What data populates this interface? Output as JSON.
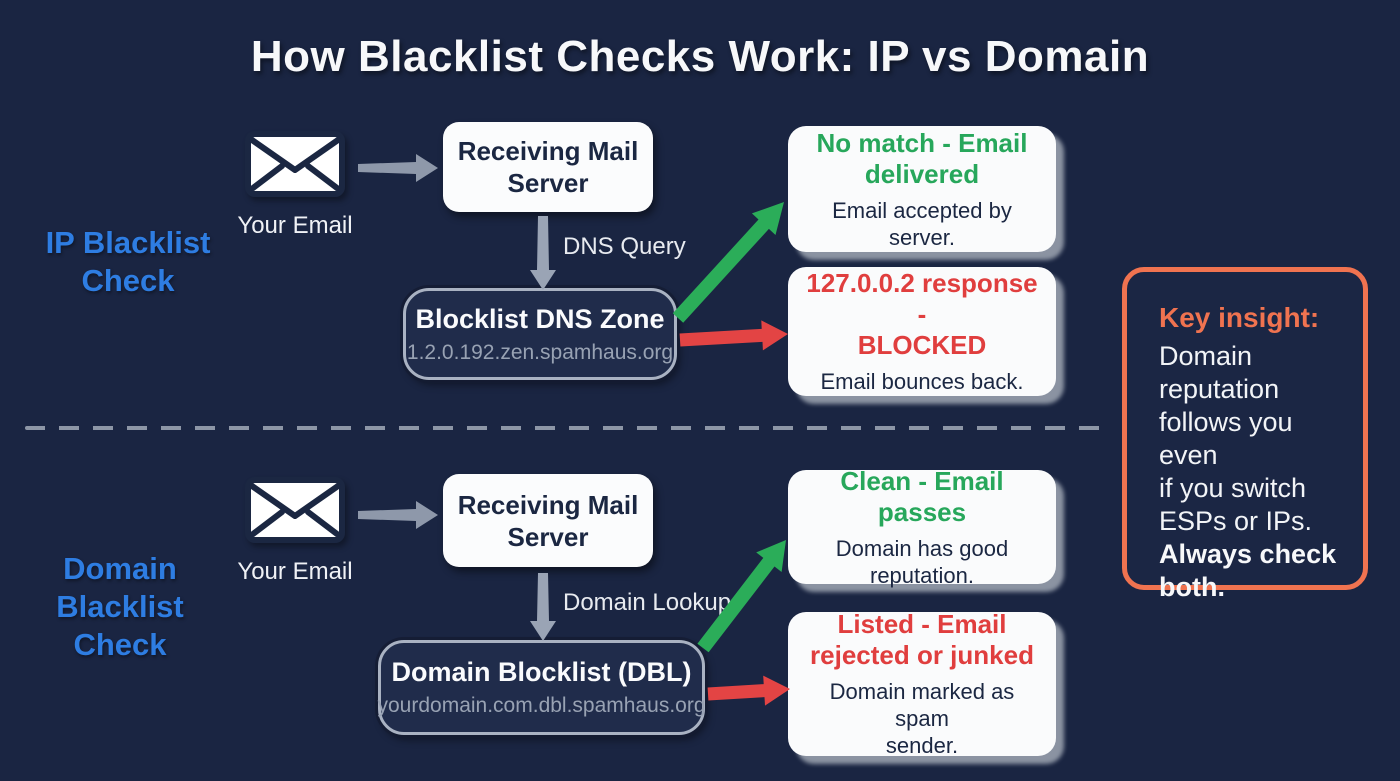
{
  "title": "How Blacklist Checks Work: IP vs Domain",
  "ip_flow": {
    "section_label": "IP Blacklist\nCheck",
    "email_label": "Your Email",
    "server_label": "Receiving Mail\nServer",
    "query_label": "DNS Query",
    "blocklist": {
      "title": "Blocklist DNS Zone",
      "subtitle": "1.2.0.192.zen.spamhaus.org"
    },
    "pass": {
      "title": "No match - Email\ndelivered",
      "subtitle": "Email accepted by server."
    },
    "fail": {
      "title": "127.0.0.2 response -\nBLOCKED",
      "subtitle": "Email bounces back."
    }
  },
  "domain_flow": {
    "section_label": "Domain\nBlacklist\nCheck",
    "email_label": "Your Email",
    "server_label": "Receiving Mail\nServer",
    "query_label": "Domain Lookup",
    "blocklist": {
      "title": "Domain Blocklist (DBL)",
      "subtitle": "yourdomain.com.dbl.spamhaus.org"
    },
    "pass": {
      "title": "Clean - Email passes",
      "subtitle": "Domain has good\nreputation."
    },
    "fail": {
      "title": "Listed - Email\nrejected or junked",
      "subtitle": "Domain marked as spam\nsender."
    }
  },
  "key_insight": {
    "heading": "Key insight:",
    "body": "Domain\nreputation\nfollows you even\nif you switch\nESPs or IPs.",
    "emphasis": "Always check\nboth."
  },
  "icons": {
    "email": "envelope-icon"
  },
  "colors": {
    "background": "#1A2542",
    "section_label_blue": "#2E7DE2",
    "success_green": "#27A75B",
    "error_red": "#E03E3E",
    "insight_orange": "#F07350",
    "arrow_gray": "#8E98AA",
    "card_white": "#FAFBFC",
    "zone_border_gray": "#A9B2C2"
  }
}
